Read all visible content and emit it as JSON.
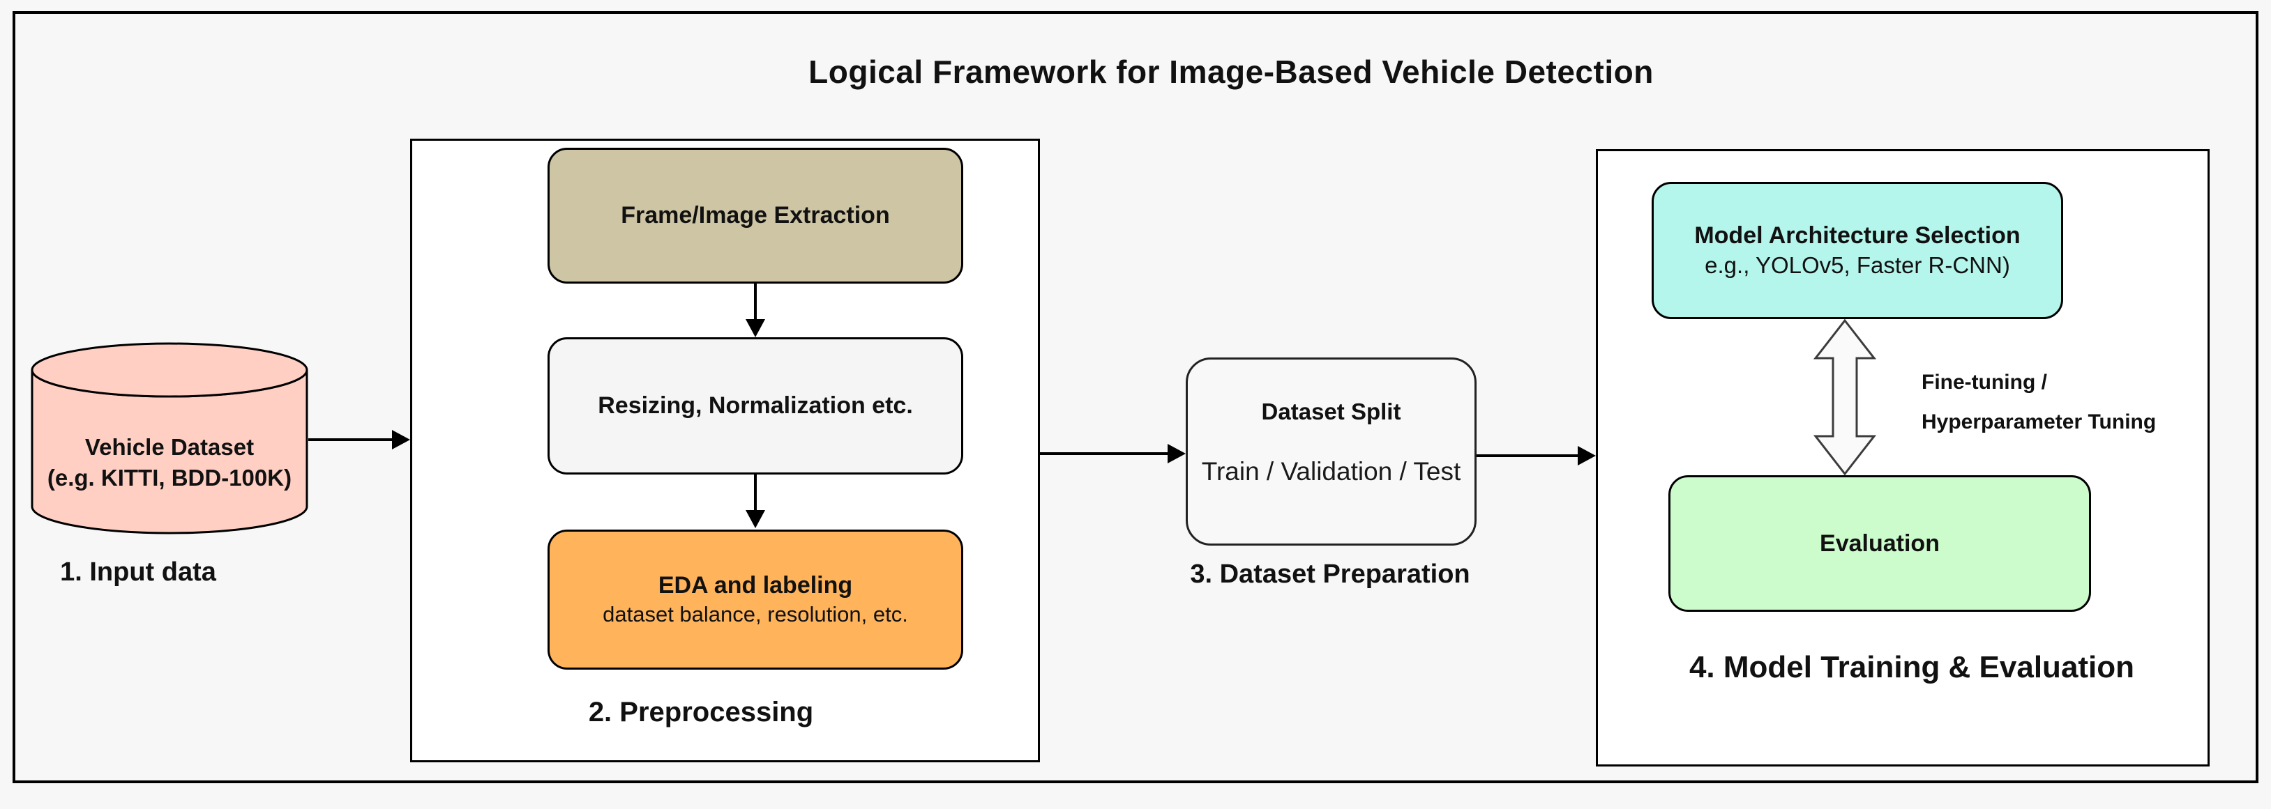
{
  "title": "Logical Framework for Image-Based Vehicle Detection",
  "colors": {
    "background": "#F7F7F8",
    "group_fill": "#FFFFFF",
    "outline": "#000000",
    "input_fill": "#FFCFC4",
    "frame_extraction_fill": "#CEC5A4",
    "resizing_fill": "#F5F5F5",
    "eda_fill": "#FFB45C",
    "dataset_split_fill": "#F8F8F8",
    "model_selection_fill": "#B5F6EC",
    "evaluation_fill": "#CCFBCC"
  },
  "nodes": {
    "input": {
      "line1": "Vehicle Dataset",
      "line2": "(e.g. KITTI, BDD-100K)",
      "caption": "1. Input data"
    },
    "preprocessing": {
      "caption": "2. Preprocessing",
      "frame_extraction": {
        "label": "Frame/Image Extraction"
      },
      "resizing": {
        "label": "Resizing, Normalization etc."
      },
      "eda": {
        "label": "EDA and labeling",
        "sublabel": "dataset balance, resolution, etc."
      }
    },
    "dataset_split": {
      "label": "Dataset Split",
      "sublabel": "Train / Validation / Test",
      "caption": "3. Dataset Preparation"
    },
    "training": {
      "caption": "4. Model Training & Evaluation",
      "model_selection": {
        "label": "Model Architecture Selection",
        "sublabel": "e.g., YOLOv5, Faster R-CNN)"
      },
      "evaluation": {
        "label": "Evaluation"
      },
      "tuning_line1": "Fine-tuning /",
      "tuning_line2": "Hyperparameter Tuning"
    }
  }
}
